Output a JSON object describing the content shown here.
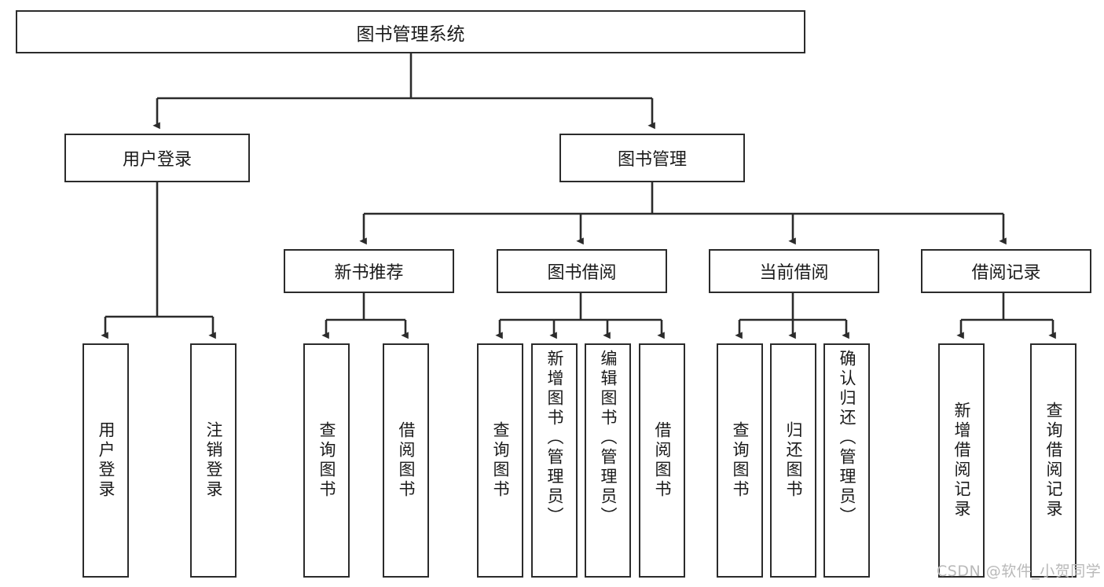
{
  "diagram": {
    "title_node": {
      "label": "图书管理系统"
    },
    "level2": [
      {
        "label": "用户登录"
      },
      {
        "label": "图书管理"
      }
    ],
    "level3": [
      {
        "label": "新书推荐"
      },
      {
        "label": "图书借阅"
      },
      {
        "label": "当前借阅"
      },
      {
        "label": "借阅记录"
      }
    ],
    "leaves": [
      {
        "label": "用户登录"
      },
      {
        "label": "注销登录"
      },
      {
        "label": "查询图书"
      },
      {
        "label": "借阅图书"
      },
      {
        "label": "查询图书"
      },
      {
        "label": "新增图书（管理员）"
      },
      {
        "label": "编辑图书（管理员）"
      },
      {
        "label": "借阅图书"
      },
      {
        "label": "查询图书"
      },
      {
        "label": "归还图书"
      },
      {
        "label": "确认归还（管理员）"
      },
      {
        "label": "新增借阅记录"
      },
      {
        "label": "查询借阅记录"
      }
    ]
  },
  "watermark": {
    "text": "CSDN @软件_小贺同学"
  },
  "colors": {
    "stroke": "#2b2b2b",
    "fill": "#ffffff",
    "text": "#1a1a1a",
    "watermark": "#b9b9b9"
  }
}
